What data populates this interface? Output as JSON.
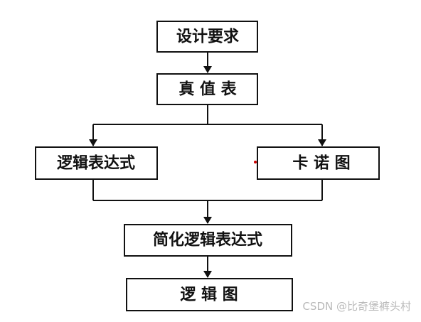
{
  "diagram": {
    "nodes": {
      "requirements": "设计要求",
      "truth_table": "真 值 表",
      "logic_expression": "逻辑表达式",
      "karnaugh_map": "卡 诺 图",
      "simplified_expression": "简化逻辑表达式",
      "logic_diagram": "逻 辑 图"
    },
    "edges": [
      [
        "requirements",
        "truth_table"
      ],
      [
        "truth_table",
        "logic_expression"
      ],
      [
        "truth_table",
        "karnaugh_map"
      ],
      [
        "logic_expression",
        "simplified_expression"
      ],
      [
        "karnaugh_map",
        "simplified_expression"
      ],
      [
        "simplified_expression",
        "logic_diagram"
      ]
    ]
  },
  "colors": {
    "line": "#111111",
    "dot": "#cc0000",
    "watermark": "#b9b9b9"
  },
  "watermark": "CSDN @比奇堡裤头村"
}
